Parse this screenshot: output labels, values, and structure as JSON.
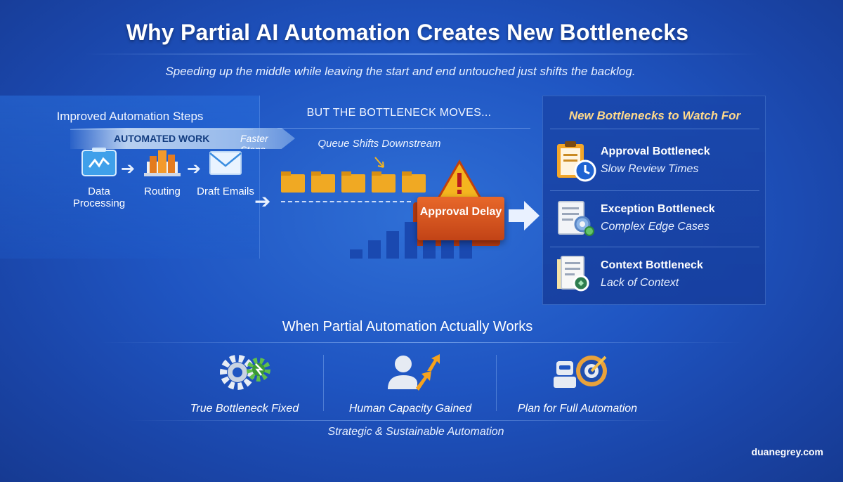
{
  "title": "Why Partial AI Automation Creates New Bottlenecks",
  "subtitle": "Speeding up the middle while leaving the start and end untouched just shifts the backlog.",
  "improved": {
    "heading": "Improved Automation Steps",
    "steps": [
      {
        "label": "Data Processing",
        "icon": "data-processing-icon"
      },
      {
        "label": "Routing",
        "icon": "routing-icon"
      },
      {
        "label": "Draft Emails",
        "icon": "email-icon"
      }
    ],
    "band_label": "AUTOMATED WORK",
    "band_sublabel": "Faster Steps"
  },
  "middle": {
    "heading": "BUT THE BOTTLENECK MOVES...",
    "queue_label": "Queue Shifts Downstream",
    "delay_label": "Approval Delay",
    "queue_bars": [
      1,
      2,
      3,
      4,
      3,
      2,
      2
    ],
    "colors": {
      "folder": "#f0a923",
      "delay": "#d4521e",
      "warning": "#f5b51f"
    }
  },
  "watch": {
    "heading": "New Bottlenecks to Watch For",
    "items": [
      {
        "title": "Approval Bottleneck",
        "desc": "Slow Review Times",
        "icon": "clipboard-clock-icon"
      },
      {
        "title": "Exception Bottleneck",
        "desc": "Complex Edge Cases",
        "icon": "document-gears-icon"
      },
      {
        "title": "Context Bottleneck",
        "desc": "Lack of Context",
        "icon": "document-context-icon"
      }
    ]
  },
  "works": {
    "heading": "When Partial Automation Actually Works",
    "items": [
      {
        "label": "True Bottleneck Fixed",
        "icon": "gears-icon"
      },
      {
        "label": "Human Capacity Gained",
        "icon": "person-growth-icon"
      },
      {
        "label": "Plan for Full Automation",
        "icon": "robot-target-icon"
      }
    ],
    "tagline": "Strategic & Sustainable Automation"
  },
  "brand": "duanegrey.com"
}
